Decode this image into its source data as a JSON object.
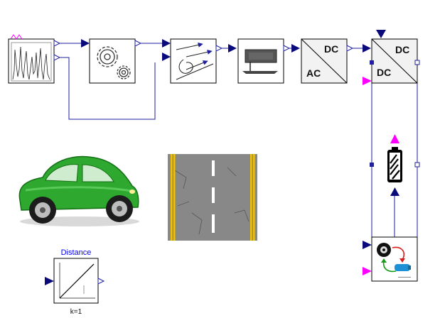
{
  "ac_dc_converter": {
    "top_label": "DC",
    "bottom_label": "AC"
  },
  "dc_dc_converter": {
    "top_label": "DC",
    "bottom_label": "DC"
  },
  "distance_block": {
    "title": "Distance",
    "param": "k=1"
  },
  "colors": {
    "connection": "#1f1fa0",
    "signal_input": "#0a0a7a",
    "power_port": "#ff00ff",
    "distance_title": "#0000ff",
    "car_body": "#2ea82e",
    "road_line": "#f2c200"
  }
}
